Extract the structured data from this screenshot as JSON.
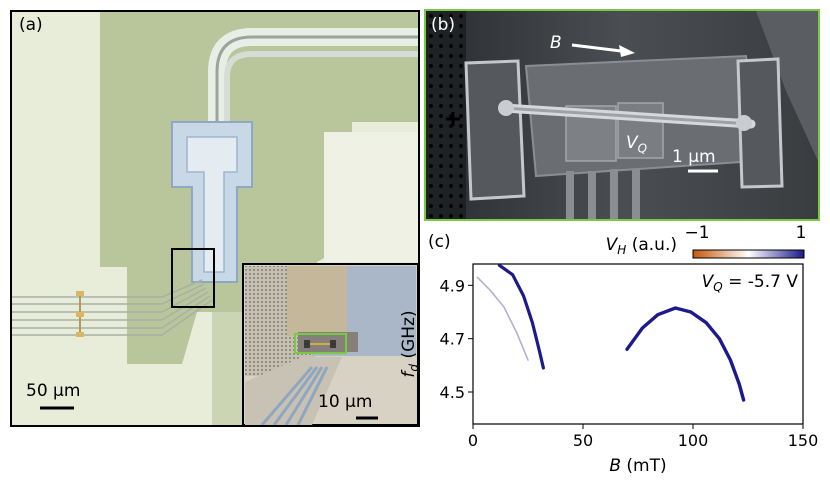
{
  "panels": {
    "a": {
      "label": "(a)",
      "scalebar_main": "50 μm",
      "scalebar_inset": "10 μm"
    },
    "b": {
      "label": "(b)",
      "field_label": "B",
      "gate_label_main": "V",
      "gate_label_sub": "Q",
      "scalebar": "1 μm"
    },
    "c": {
      "label": "(c)",
      "gate_annotation_main": "V",
      "gate_annotation_sub": "Q",
      "gate_annotation_value": " = -5.7 V"
    }
  },
  "chart_data": {
    "type": "heatmap",
    "xlabel_main": "B",
    "xlabel_unit": " (mT)",
    "ylabel_main": "f",
    "ylabel_sub": "d",
    "ylabel_unit": " (GHz)",
    "xlim": [
      0,
      150
    ],
    "ylim": [
      4.38,
      4.98
    ],
    "xticks": [
      0,
      50,
      100,
      150
    ],
    "yticks": [
      4.5,
      4.7,
      4.9
    ],
    "colorbar": {
      "label_main": "V",
      "label_sub": "H",
      "label_unit": " (a.u.)",
      "min_label": "−1",
      "max_label": "1",
      "range": [
        -1,
        1
      ],
      "colors": [
        "#c2590a",
        "#ffffff",
        "#1d1a8a"
      ]
    },
    "features": [
      {
        "name": "left arc",
        "points": [
          [
            12,
            4.975
          ],
          [
            18,
            4.94
          ],
          [
            23,
            4.86
          ],
          [
            27,
            4.76
          ],
          [
            30,
            4.66
          ],
          [
            32,
            4.59
          ]
        ]
      },
      {
        "name": "left arc faint",
        "points": [
          [
            2,
            4.93
          ],
          [
            8,
            4.88
          ],
          [
            14,
            4.82
          ],
          [
            20,
            4.72
          ],
          [
            25,
            4.62
          ]
        ]
      },
      {
        "name": "dome",
        "points": [
          [
            70,
            4.66
          ],
          [
            77,
            4.74
          ],
          [
            84,
            4.79
          ],
          [
            92,
            4.815
          ],
          [
            99,
            4.8
          ],
          [
            106,
            4.76
          ],
          [
            112,
            4.7
          ],
          [
            117,
            4.62
          ],
          [
            121,
            4.53
          ],
          [
            123,
            4.47
          ]
        ]
      }
    ]
  }
}
